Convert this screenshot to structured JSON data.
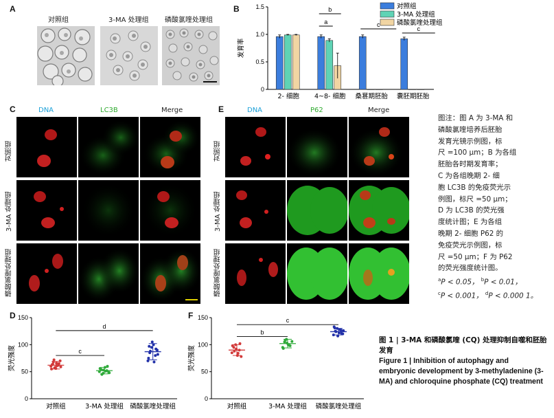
{
  "panel_letters": [
    "A",
    "B",
    "C",
    "D",
    "E",
    "F"
  ],
  "group_labels": [
    "对照组",
    "3-MA 处理组",
    "磷酸氯喹处理组"
  ],
  "panel_c": {
    "columns": [
      "DNA",
      "LC3B",
      "Merge"
    ],
    "rows": [
      "对照组",
      "3-MA 处理组",
      "磷酸氯喹处理组"
    ]
  },
  "panel_e": {
    "columns": [
      "DNA",
      "P62",
      "Merge"
    ],
    "rows": [
      "对照组",
      "3-MA 处理组",
      "磷酸氯喹处理组"
    ]
  },
  "caption_note": {
    "lines": [
      "图注：图 A 为 3-MA 和",
      "磷酸氯喹培养后胚胎",
      "发育光镜示例图，标",
      "尺 =100 μm；B 为各组",
      "胚胎各时期发育率；",
      "C 为各组晚期 2- 细",
      "胞 LC3B 的免疫荧光示",
      "例图，标尺 =50 μm；",
      "D 为 LC3B 的荧光强",
      "度统计图；E 为各组",
      "晚期 2- 细胞 P62 的",
      "免疫荧光示例图，标",
      "尺 =50 μm；F 为 P62",
      "的荧光强度统计图。"
    ],
    "sig_a": "P < 0.05，",
    "sig_b": "P < 0.01，",
    "sig_c": "P < 0.001，",
    "sig_d": "P < 0.000 1。",
    "sig_letters": [
      "a",
      "b",
      "c",
      "d"
    ]
  },
  "figure_caption": {
    "cn_prefix": "图 1",
    "cn_text": "3-MA 和磷酸氯喹 (CQ) 处理抑制自噬和胚胎发育",
    "en_prefix": "Figure 1",
    "en_text": "Inhibition of autophagy and embryonic development by 3-methyladenine (3-MA) and chloroquine phosphate (CQ) treatment"
  },
  "colors": {
    "control": "#3b7ddd",
    "ma": "#5fd3b5",
    "cq": "#f1d5a3",
    "red_pts": "#d23a3a",
    "green_pts": "#2faa3a",
    "blue_pts": "#2130a8"
  },
  "chart_data": [
    {
      "id": "B",
      "type": "bar",
      "categories": [
        "2- 细胞",
        "4~8- 细胞",
        "桑葚期胚胎",
        "囊胚期胚胎"
      ],
      "ylabel": "发育率",
      "ylim": [
        0,
        1.5
      ],
      "yticks": [
        "0",
        "0.5",
        "1.0",
        "1.5"
      ],
      "legend": {
        "placement": "top-right",
        "entries": [
          "对照组",
          "3-MA 处理组",
          "磷酸氯喹处理组"
        ]
      },
      "series": [
        {
          "name": "对照组",
          "values": [
            0.96,
            0.96,
            0.96,
            0.92
          ],
          "err": [
            0.03,
            0.03,
            0.03,
            0.03
          ]
        },
        {
          "name": "3-MA 处理组",
          "values": [
            0.99,
            0.89,
            0,
            0
          ],
          "err": [
            0.01,
            0.03,
            0,
            0
          ]
        },
        {
          "name": "磷酸氯喹处理组",
          "values": [
            0.99,
            0.43,
            0,
            0
          ],
          "err": [
            0.01,
            0.23,
            0,
            0
          ]
        }
      ],
      "annotations": [
        "b",
        "a",
        "c",
        "c"
      ]
    },
    {
      "id": "D",
      "type": "scatter",
      "categories": [
        "对照组",
        "3-MA 处理组",
        "磷酸氯喹处理组"
      ],
      "ylabel": "荧光强度",
      "ylim": [
        0,
        150
      ],
      "yticks": [
        "0",
        "50",
        "100",
        "150"
      ],
      "means": [
        62,
        52,
        87
      ],
      "sd": [
        7,
        6,
        15
      ],
      "points": [
        [
          60,
          64,
          57,
          66,
          62,
          70,
          55,
          68,
          58,
          61,
          65,
          59,
          63,
          72,
          56
        ],
        [
          50,
          54,
          47,
          58,
          52,
          49,
          56,
          45,
          53,
          51,
          60,
          48,
          55
        ],
        [
          70,
          85,
          95,
          100,
          80,
          90,
          75,
          88,
          105,
          68,
          92,
          82,
          97
        ]
      ],
      "annotations": [
        "d",
        "c"
      ]
    },
    {
      "id": "F",
      "type": "scatter",
      "categories": [
        "对照组",
        "3-MA 处理组",
        "磷酸氯喹处理组"
      ],
      "ylabel": "荧光强度",
      "ylim": [
        0,
        150
      ],
      "yticks": [
        "0",
        "50",
        "100",
        "150"
      ],
      "means": [
        90,
        102,
        124
      ],
      "sd": [
        10,
        8,
        6
      ],
      "points": [
        [
          85,
          95,
          100,
          80,
          90,
          78,
          98,
          88,
          92,
          84,
          102
        ],
        [
          95,
          105,
          110,
          100,
          98,
          106,
          93,
          108,
          103,
          99
        ],
        [
          118,
          125,
          130,
          122,
          127,
          120,
          133,
          124,
          116,
          128,
          121,
          126,
          131
        ]
      ],
      "annotations": [
        "c",
        "b"
      ]
    }
  ]
}
